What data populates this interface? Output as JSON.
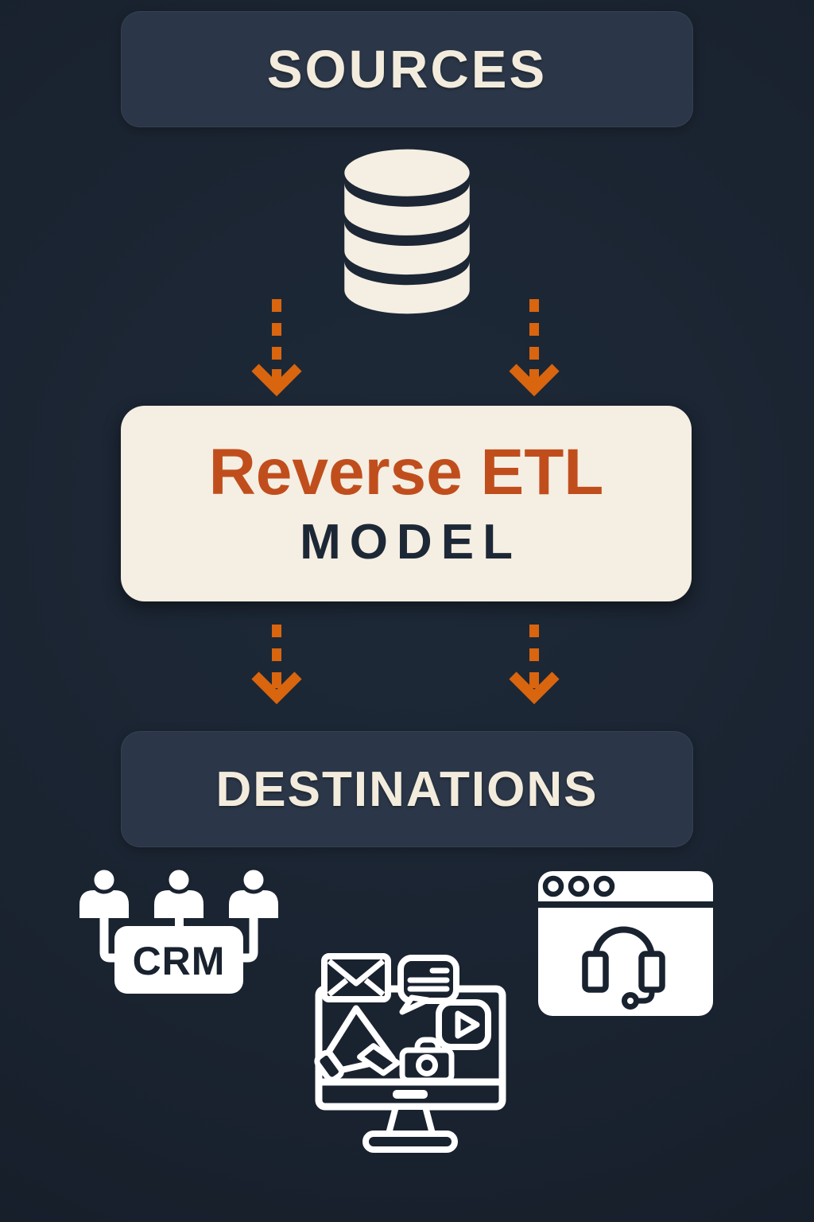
{
  "colors": {
    "background": "#1a2330",
    "panel": "#2b3748",
    "cream": "#f5eee2",
    "cream_text": "#f3ecdd",
    "orange_arrow": "#d9650f",
    "orange_text": "#c04e1d",
    "icon_dark": "#19222f",
    "icon_white": "#ffffff"
  },
  "sources": {
    "label": "SOURCES"
  },
  "source_icon": {
    "name": "database-icon"
  },
  "model": {
    "title": "Reverse ETL",
    "subtitle": "MODEL"
  },
  "destinations": {
    "label": "DESTINATIONS"
  },
  "destination_icons": {
    "crm": {
      "label": "CRM",
      "name": "crm-users-icon"
    },
    "marketing": {
      "name": "marketing-monitor-icon"
    },
    "support": {
      "name": "support-browser-headset-icon"
    }
  }
}
